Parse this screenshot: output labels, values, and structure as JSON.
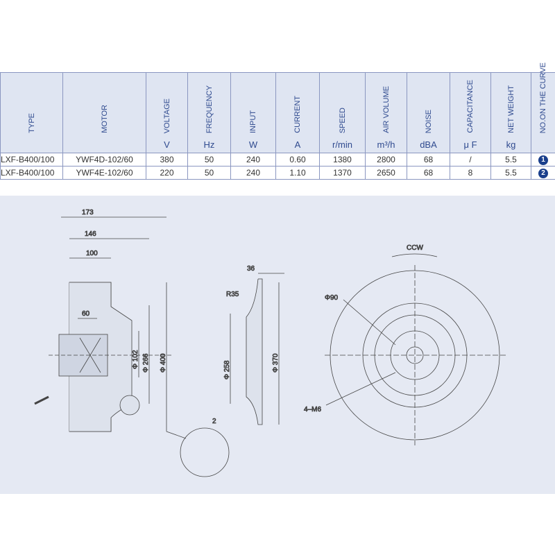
{
  "table": {
    "headers": [
      {
        "label": "TYPE",
        "unit": ""
      },
      {
        "label": "MOTOR",
        "unit": ""
      },
      {
        "label": "VOLTAGE",
        "unit": "V"
      },
      {
        "label": "FREQUENCY",
        "unit": "Hz"
      },
      {
        "label": "INPUT",
        "unit": "W"
      },
      {
        "label": "CURRENT",
        "unit": "A"
      },
      {
        "label": "SPEED",
        "unit": "r/min"
      },
      {
        "label": "AIR VOLUME",
        "unit": "m³/h"
      },
      {
        "label": "NOISE",
        "unit": "dBA"
      },
      {
        "label": "CAPACITANCE",
        "unit": "μ F"
      },
      {
        "label": "NET WEIGHT",
        "unit": "kg"
      },
      {
        "label": "NO.ON THE CURVE",
        "unit": ""
      }
    ],
    "rows": [
      [
        "LXF-B400/100",
        "YWF4D-102/60",
        "380",
        "50",
        "240",
        "0.60",
        "1380",
        "2800",
        "68",
        "/",
        "5.5",
        "1"
      ],
      [
        "LXF-B400/100",
        "YWF4E-102/60",
        "220",
        "50",
        "240",
        "1.10",
        "1370",
        "2650",
        "68",
        "8",
        "5.5",
        "2"
      ]
    ]
  },
  "drawing": {
    "side": {
      "d173": "173",
      "d146": "146",
      "d100": "100",
      "d60": "60",
      "d102": "Φ 102",
      "d266": "Φ 266",
      "d400": "Φ 400",
      "d2": "2"
    },
    "profile": {
      "d36": "36",
      "r35": "R35",
      "d258": "Φ 258",
      "d370": "Φ 370"
    },
    "front": {
      "rotation": "CCW",
      "d90": "Φ90",
      "holes": "4–M6"
    }
  }
}
